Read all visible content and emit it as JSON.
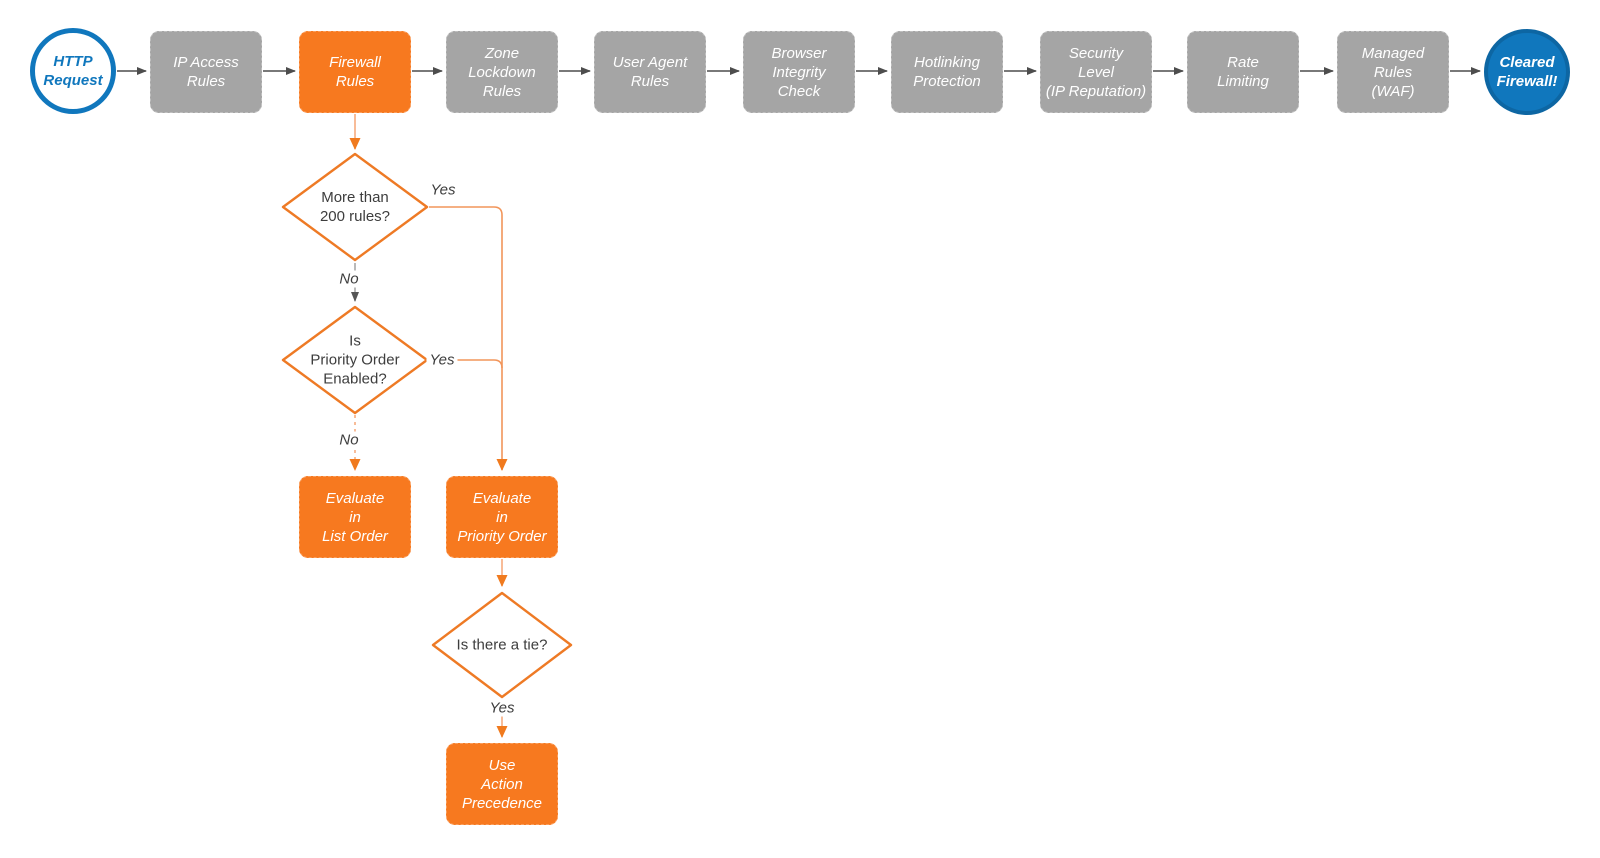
{
  "flowchart": {
    "start": {
      "label": "HTTP\nRequest"
    },
    "end": {
      "label": "Cleared\nFirewall!"
    },
    "pipeline": [
      {
        "label": "IP Access\nRules"
      },
      {
        "label": "Firewall\nRules",
        "highlighted": true
      },
      {
        "label": "Zone\nLockdown\nRules"
      },
      {
        "label": "User Agent\nRules"
      },
      {
        "label": "Browser\nIntegrity\nCheck"
      },
      {
        "label": "Hotlinking\nProtection"
      },
      {
        "label": "Security\nLevel\n(IP Reputation)"
      },
      {
        "label": "Rate\nLimiting"
      },
      {
        "label": "Managed\nRules\n(WAF)"
      }
    ],
    "decisions": [
      {
        "label": "More than\n200 rules?",
        "yes_label": "Yes",
        "no_label": "No"
      },
      {
        "label": "Is\nPriority Order\nEnabled?",
        "yes_label": "Yes",
        "no_label": "No"
      },
      {
        "label": "Is there a tie?",
        "yes_label": "Yes"
      }
    ],
    "actions": [
      {
        "label": "Evaluate\nin\nList Order"
      },
      {
        "label": "Evaluate\nin\nPriority Order"
      },
      {
        "label": "Use\nAction\nPrecedence"
      }
    ],
    "colors": {
      "accent_orange": "#f7791f",
      "node_gray": "#a5a5a5",
      "accent_blue": "#1077bd",
      "diamond_border": "#ee7a25",
      "connector_dark": "#4d4d4d",
      "connector_orange": "#f2955a",
      "connector_light_orange": "#f6ab7e",
      "text_dark": "#3d3d3d"
    }
  }
}
